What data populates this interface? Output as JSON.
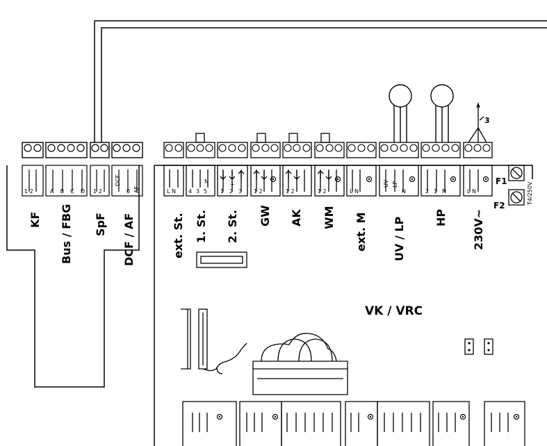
{
  "connectors_left": [
    {
      "label": "KF",
      "pins": "1 2"
    },
    {
      "label": "Bus / FBG",
      "pins": "A B C D"
    },
    {
      "label": "SpF",
      "pins": "1 2"
    },
    {
      "label": "DCF / AF",
      "pins": [
        "DCF",
        "0",
        "AF"
      ]
    }
  ],
  "connectors_right": [
    {
      "label": "ext. St.",
      "pins": "L N"
    },
    {
      "label": "1. St.",
      "pins": [
        "4",
        "3",
        "5",
        "N"
      ]
    },
    {
      "label": "2. St.",
      "pins": [
        "1",
        "2",
        "3"
      ]
    },
    {
      "label": "GW",
      "pins": "1 2"
    },
    {
      "label": "AK",
      "pins": "1 2"
    },
    {
      "label": "WM",
      "pins": "1 2"
    },
    {
      "label": "ext. M",
      "pins": "L N"
    },
    {
      "label": "UV / LP",
      "pins": [
        "UV",
        "LP",
        "N"
      ]
    },
    {
      "label": "HP",
      "pins": [
        "2",
        "1",
        "N"
      ]
    },
    {
      "label": "230V~",
      "pins": "L N"
    }
  ],
  "board_label": "VK / VRC",
  "fuse1": "F1",
  "fuse2": "F2",
  "fuse_rating": "T4/250V",
  "wire_number": "3",
  "plus_sign": "+"
}
